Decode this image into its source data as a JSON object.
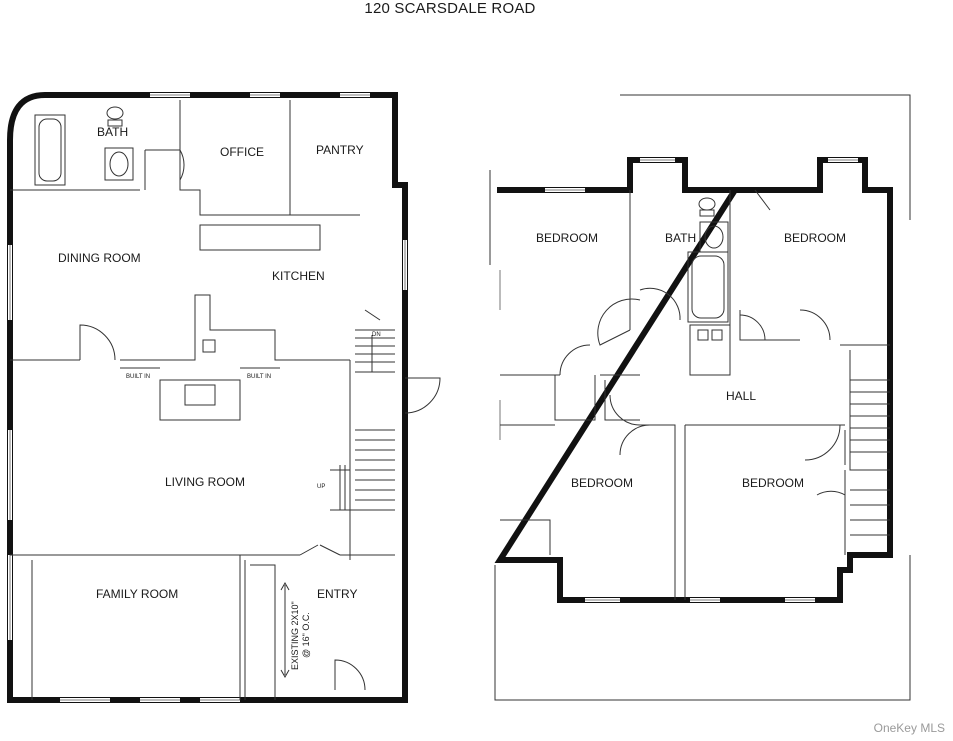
{
  "title": "120 SCARSDALE ROAD",
  "watermark": "OneKey MLS",
  "first_floor": {
    "rooms": {
      "bath": "BATH",
      "office": "OFFICE",
      "pantry": "PANTRY",
      "dining_room": "DINING ROOM",
      "kitchen": "KITCHEN",
      "living_room": "LIVING ROOM",
      "family_room": "FAMILY ROOM",
      "entry": "ENTRY"
    },
    "built_in_left": "BUILT IN",
    "built_in_right": "BUILT IN",
    "stair_down": "DN",
    "stair_up": "UP",
    "joist_note_line1": "EXISTING 2X10\"",
    "joist_note_line2": "@ 16\" O.C."
  },
  "second_floor": {
    "rooms": {
      "bedroom_nw": "BEDROOM",
      "bath": "BATH",
      "bedroom_ne": "BEDROOM",
      "hall": "HALL",
      "bedroom_sw": "BEDROOM",
      "bedroom_se": "BEDROOM"
    }
  }
}
